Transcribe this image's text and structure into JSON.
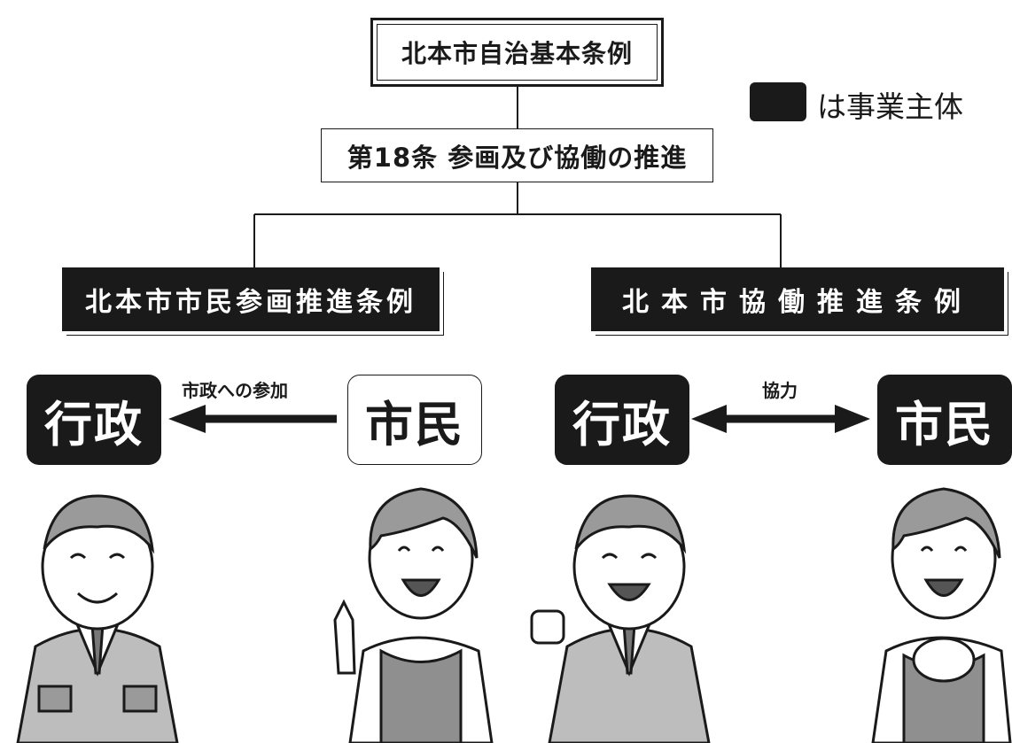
{
  "top_box": {
    "label": "北本市自治基本条例"
  },
  "article_box": {
    "label": "第18条 参画及び協働の推進"
  },
  "legend": {
    "label": "は事業主体",
    "swatch_color": "#1a1a1a"
  },
  "ordinances": {
    "left": {
      "label": "北本市市民参画推進条例"
    },
    "right": {
      "label": "北本市協働推進条例"
    }
  },
  "left_scheme": {
    "relation_label": "市政への参加",
    "actor_left": {
      "label": "行政",
      "style": "filled"
    },
    "actor_right": {
      "label": "市民",
      "style": "outline"
    },
    "arrow": "single-left"
  },
  "right_scheme": {
    "relation_label": "協力",
    "actor_left": {
      "label": "行政",
      "style": "filled"
    },
    "actor_right": {
      "label": "市民",
      "style": "filled"
    },
    "arrow": "double"
  },
  "illustrations": [
    {
      "figure": "male-official-smiling-icon"
    },
    {
      "figure": "female-citizen-pointing-icon"
    },
    {
      "figure": "male-official-fist-icon"
    },
    {
      "figure": "female-citizen-clasped-hands-icon"
    }
  ]
}
